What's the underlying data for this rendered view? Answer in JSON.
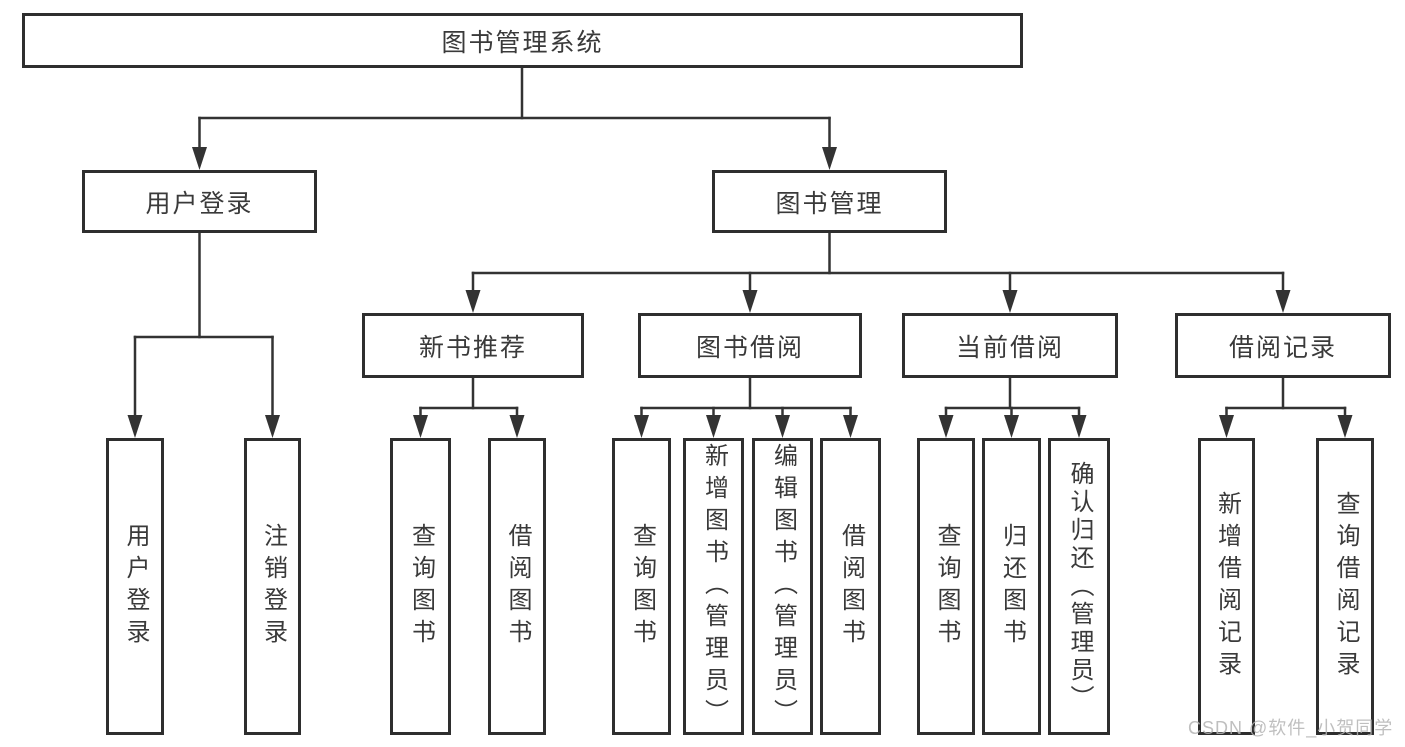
{
  "diagram": {
    "root": {
      "label": "图书管理系统"
    },
    "branches": {
      "login": {
        "label": "用户登录",
        "children": [
          {
            "label": "用户登录"
          },
          {
            "label": "注销登录"
          }
        ]
      },
      "manage": {
        "label": "图书管理",
        "sections": [
          {
            "label": "新书推荐",
            "children": [
              {
                "label": "查询图书"
              },
              {
                "label": "借阅图书"
              }
            ]
          },
          {
            "label": "图书借阅",
            "children": [
              {
                "label": "查询图书"
              },
              {
                "label": "新增图书（管理员）"
              },
              {
                "label": "编辑图书（管理员）"
              },
              {
                "label": "借阅图书"
              }
            ]
          },
          {
            "label": "当前借阅",
            "children": [
              {
                "label": "查询图书"
              },
              {
                "label": "归还图书"
              },
              {
                "label": "确认归还（管理员）"
              }
            ]
          },
          {
            "label": "借阅记录",
            "children": [
              {
                "label": "新增借阅记录"
              },
              {
                "label": "查询借阅记录"
              }
            ]
          }
        ]
      }
    }
  },
  "watermark": {
    "text": "CSDN @软件_小贺同学"
  },
  "colors": {
    "background": "#ffffff",
    "line": "#333333",
    "box_border": "#2e2e2e",
    "text": "#3a3a3a",
    "watermark": "#b5b5b5"
  }
}
